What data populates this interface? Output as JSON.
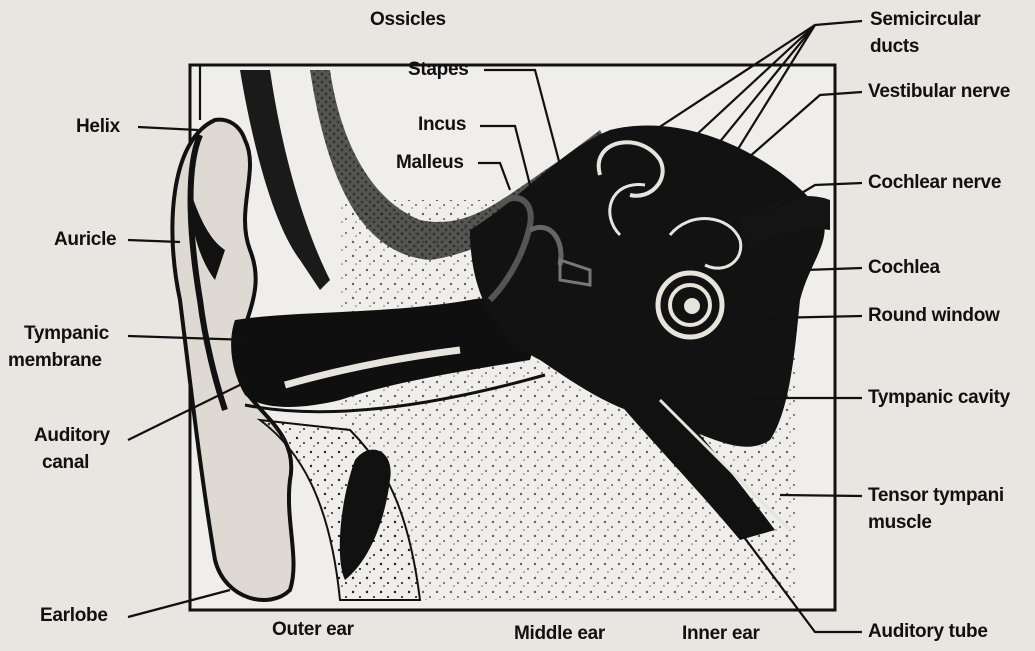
{
  "figure": {
    "labels": {
      "ossicles": "Ossicles",
      "stapes": "Stapes",
      "incus": "Incus",
      "malleus": "Malleus",
      "helix": "Helix",
      "auricle": "Auricle",
      "tympanic_membrane_1": "Tympanic",
      "tympanic_membrane_2": "membrane",
      "auditory_canal_1": "Auditory",
      "auditory_canal_2": "canal",
      "earlobe": "Earlobe",
      "semicircular_ducts_1": "Semicircular",
      "semicircular_ducts_2": "ducts",
      "vestibular_nerve": "Vestibular nerve",
      "cochlear_nerve": "Cochlear nerve",
      "cochlea": "Cochlea",
      "round_window": "Round window",
      "tympanic_cavity": "Tympanic cavity",
      "tensor_tympani_1": "Tensor tympani",
      "tensor_tympani_2": "muscle",
      "auditory_tube": "Auditory tube",
      "outer_ear": "Outer ear",
      "middle_ear": "Middle ear",
      "inner_ear": "Inner ear"
    },
    "colors": {
      "ink": "#111111",
      "paper": "#e9e6e1"
    }
  }
}
